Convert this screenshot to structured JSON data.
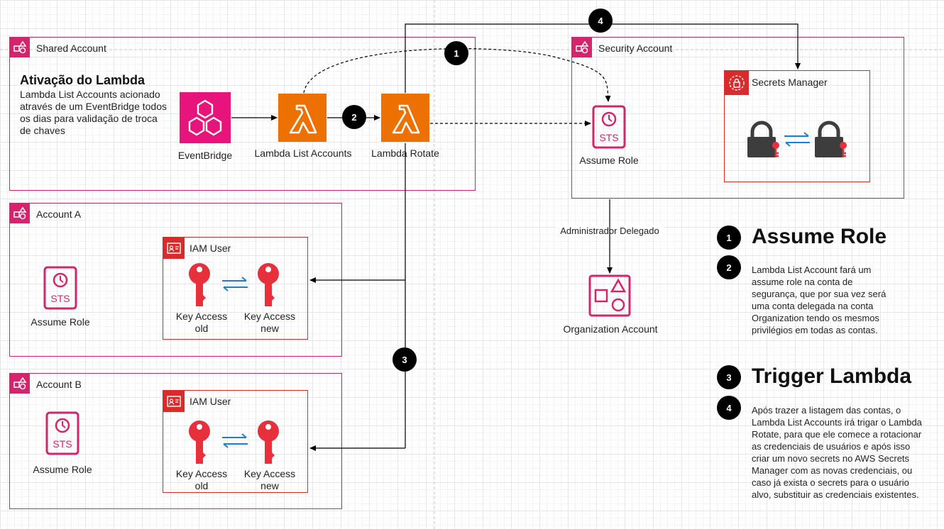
{
  "shared_account": {
    "label": "Shared Account",
    "title": "Ativação do Lambda",
    "description": "Lambda List Accounts acionado através de um EventBridge todos os dias para validação de troca de chaves",
    "eventbridge_label": "EventBridge",
    "lambda_list_label": "Lambda List Accounts",
    "lambda_rotate_label": "Lambda Rotate"
  },
  "security_account": {
    "label": "Security Account",
    "assume_role_label": "Assume Role",
    "secrets_manager_label": "Secrets Manager"
  },
  "account_a": {
    "label": "Account A",
    "assume_role_label": "Assume Role",
    "iam_user_label": "IAM User",
    "key_old_line1": "Key Access",
    "key_old_line2": "old",
    "key_new_line1": "Key Access",
    "key_new_line2": "new"
  },
  "account_b": {
    "label": "Account B",
    "assume_role_label": "Assume Role",
    "iam_user_label": "IAM User",
    "key_old_line1": "Key Access",
    "key_old_line2": "old",
    "key_new_line1": "Key Access",
    "key_new_line2": "new"
  },
  "edge_labels": {
    "delegated_admin": "Administrador Delegado"
  },
  "organization_account_label": "Organization Account",
  "badges": {
    "b1": "1",
    "b2": "2",
    "b3": "3",
    "b4": "4"
  },
  "legend": {
    "title_1": "Assume Role",
    "badge_1": "1",
    "badge_2": "2",
    "text_1": "Lambda List Account fará um assume role na conta de segurança, que por sua vez será uma conta delegada na conta Organization tendo os mesmos privilégios em todas as contas.",
    "title_2": "Trigger Lambda",
    "badge_3": "3",
    "badge_4": "4",
    "text_2": "Após trazer a listagem das contas, o Lambda List Accounts irá trigar o Lambda Rotate, para que ele comece a rotacionar as credenciais de usuários e após isso criar um novo secrets no AWS Secrets Manager com as novas credenciais, ou caso já exista o secrets para o usuário alvo, substituir as credenciais existentes."
  },
  "colors": {
    "group_border": "#d4246b",
    "iam_border": "#d82b2b",
    "lambda_orange": "#ed7100",
    "eventbridge_pink": "#e7157b",
    "key_red": "#e8303c",
    "arrow_blue": "#1a7fd8"
  }
}
